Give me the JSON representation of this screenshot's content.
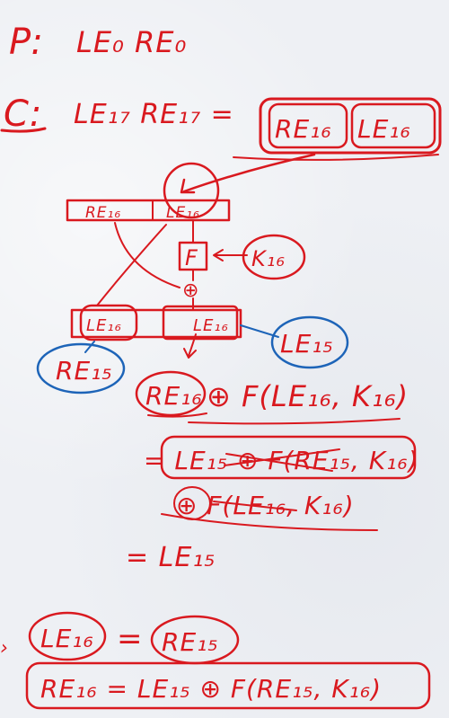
{
  "note": {
    "plaintext_label": "P:",
    "plaintext_value": "LE₀  RE₀",
    "ciphertext_label": "C:",
    "ciphertext_value": "LE₁₇ RE₁₇ =",
    "cipher_box_right": "RE₁₆",
    "cipher_box_left": "LE₁₆"
  },
  "diagram": {
    "top_left": "RE₁₆",
    "top_right": "LE₁₆",
    "f_box": "F",
    "key": "K₁₆",
    "xor": "⊕",
    "bottom_left": "LE₁₆",
    "bottom_right": "LE₁₆",
    "tag_left": "RE₁₅",
    "tag_right": "LE₁₅"
  },
  "derivation": {
    "line1_re": "RE₁₆",
    "line1_rest": "⊕ F(LE₁₆, K₁₆)",
    "line2": "= LE₁₅ ⊕ F(RE₁₅, K₁₆)",
    "line3": "⊕ F(LE₁₆, K₁₆)",
    "line4": "= LE₁₅"
  },
  "conclusion": {
    "arrow": "›",
    "eq1_left": "LE₁₆",
    "eq1_eq": "=",
    "eq1_right": "RE₁₅",
    "eq2": "RE₁₆ = LE₁₅ ⊕ F(RE₁₅, K₁₆)"
  },
  "colors": {
    "ink_red": "#d9191f",
    "ink_blue": "#1d64b8",
    "paper": "#eef0f4"
  }
}
